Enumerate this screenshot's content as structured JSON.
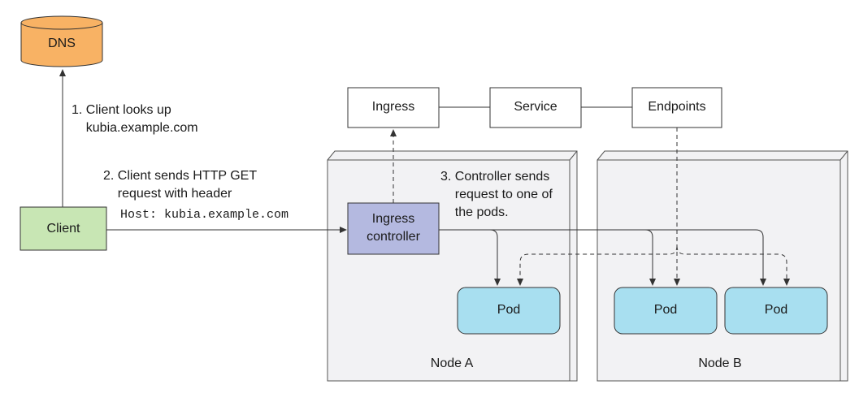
{
  "nodes": {
    "dns": "DNS",
    "client": "Client",
    "ingress": "Ingress",
    "service": "Service",
    "endpoints": "Endpoints",
    "ingress_controller": "Ingress\ncontroller",
    "pod_a": "Pod",
    "pod_b1": "Pod",
    "pod_b2": "Pod",
    "node_a": "Node A",
    "node_b": "Node B"
  },
  "steps": {
    "step1": "1. Client looks up\n    kubia.example.com",
    "step2": "2. Client sends HTTP GET\n    request with header",
    "step2_host": "Host: kubia.example.com",
    "step3": "3. Controller sends\n    request to one of\n    the pods."
  },
  "colors": {
    "dns_fill": "#f8b264",
    "client_fill": "#c8e6b4",
    "controller_fill": "#b4b9e0",
    "pod_fill": "#a8dff0",
    "node_fill": "#f2f2f4",
    "stroke": "#333333"
  }
}
